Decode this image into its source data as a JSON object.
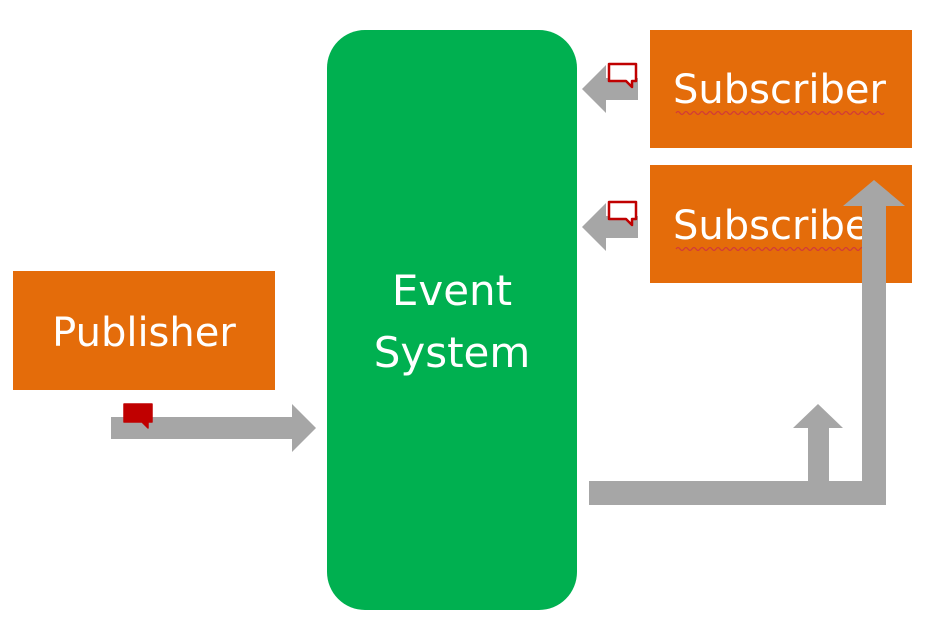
{
  "diagram": {
    "publisher": {
      "label": "Publisher",
      "color": "#E46C0A"
    },
    "event_system": {
      "label_line1": "Event",
      "label_line2": "System",
      "color": "#00B050"
    },
    "subscribers": [
      {
        "label": "Subscriber",
        "color": "#E46C0A"
      },
      {
        "label": "Subscriber",
        "color": "#E46C0A"
      }
    ],
    "arrow_color": "#A6A6A6",
    "message_color": "#C00000"
  }
}
